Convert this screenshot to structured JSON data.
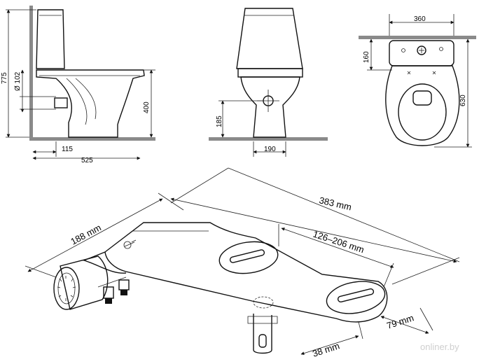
{
  "side_view": {
    "height_total": "775",
    "pipe_diameter": "Ø 102",
    "seat_height": "400",
    "outlet_offset": "115",
    "depth": "525"
  },
  "front_view": {
    "outlet_height": "185",
    "base_width": "190"
  },
  "top_view": {
    "width": "360",
    "tank_depth": "160",
    "length": "630"
  },
  "bidet": {
    "arm_length": "188 mm",
    "total_length": "383 mm",
    "mount_spacing": "126–206 mm",
    "mount_width": "79 mm",
    "mount_offset": "38 mm"
  },
  "watermark": "onliner.by"
}
